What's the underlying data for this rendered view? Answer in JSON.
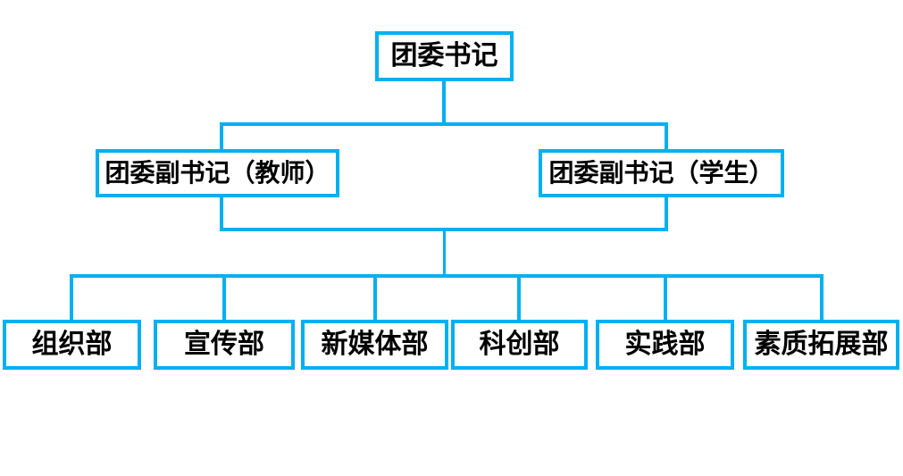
{
  "theme": {
    "accent_color": "#00B0F0",
    "text_color": "#000000",
    "background_color": "#FFFFFF"
  },
  "org_chart": {
    "root": {
      "label": "团委书记"
    },
    "deputies": [
      {
        "label": "团委副书记（教师）"
      },
      {
        "label": "团委副书记（学生）"
      }
    ],
    "departments": [
      {
        "label": "组织部"
      },
      {
        "label": "宣传部"
      },
      {
        "label": "新媒体部"
      },
      {
        "label": "科创部"
      },
      {
        "label": "实践部"
      },
      {
        "label": "素质拓展部"
      }
    ]
  }
}
